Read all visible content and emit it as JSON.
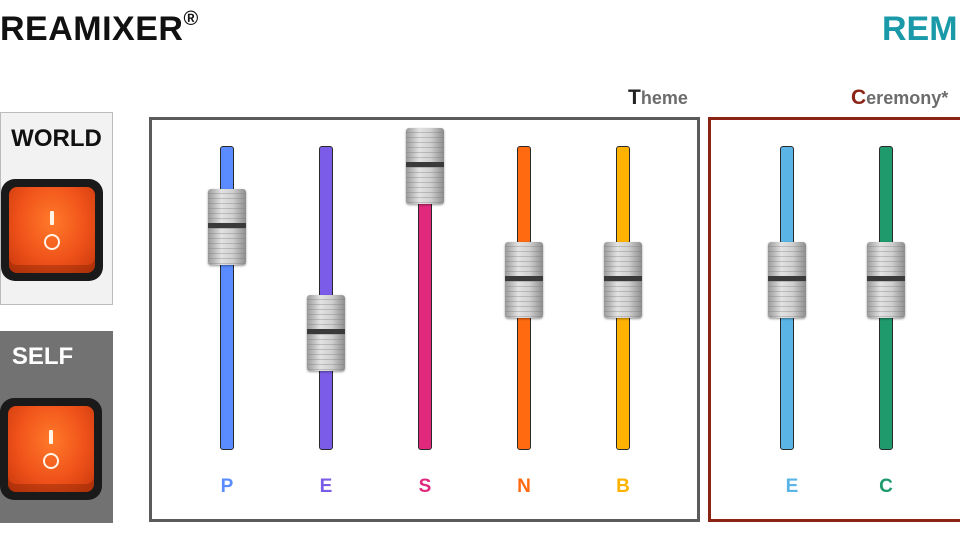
{
  "brand": {
    "title": "REAMIXER",
    "mark": "®",
    "right_title": "REM"
  },
  "switches": [
    {
      "label": "WORLD",
      "on_glyph": "I",
      "off_glyph": "O"
    },
    {
      "label": "SELF",
      "on_glyph": "I",
      "off_glyph": "O"
    }
  ],
  "groups": {
    "theme": {
      "cap": "T",
      "rest": "heme"
    },
    "ceremony": {
      "cap": "C",
      "rest": "eremony*"
    }
  },
  "faders": [
    {
      "label": "P",
      "group": "theme",
      "color": "#5b8cff",
      "label_color": "#5b8cff",
      "level": 0.7
    },
    {
      "label": "E",
      "group": "theme",
      "color": "#7b5ce8",
      "label_color": "#7b5ce8",
      "level": 0.3
    },
    {
      "label": "S",
      "group": "theme",
      "color": "#e0297c",
      "label_color": "#e0297c",
      "level": 0.93
    },
    {
      "label": "N",
      "group": "theme",
      "color": "#ff6a10",
      "label_color": "#ff6a10",
      "level": 0.5
    },
    {
      "label": "B",
      "group": "theme",
      "color": "#ffb300",
      "label_color": "#ffb300",
      "level": 0.5
    },
    {
      "label": "E",
      "group": "ceremony",
      "color": "#5ab4e6",
      "label_color": "#5ab4e6",
      "level": 0.5
    },
    {
      "label": "C",
      "group": "ceremony",
      "color": "#1f9a6c",
      "label_color": "#1f9a6c",
      "level": 0.5
    }
  ]
}
